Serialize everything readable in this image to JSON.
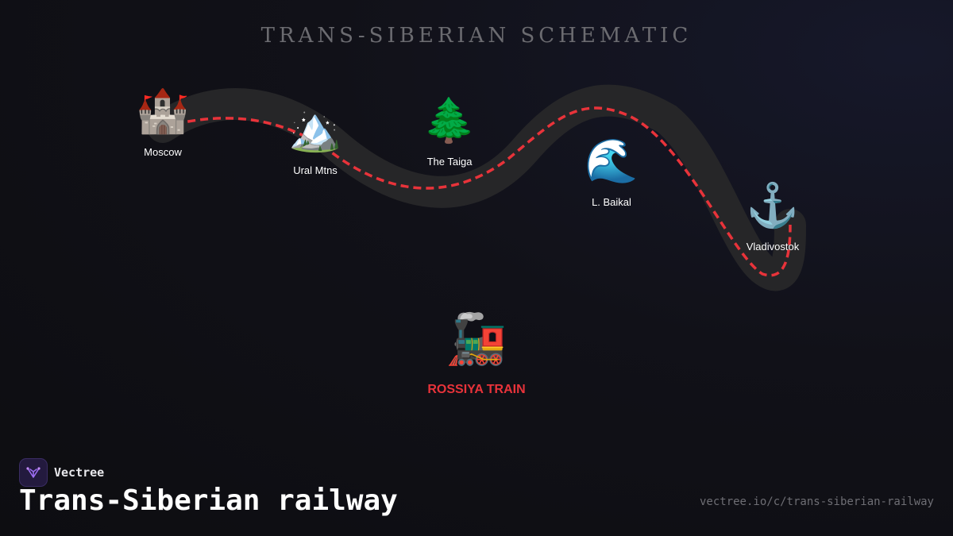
{
  "diagram_title": "TRANS-SIBERIAN SCHEMATIC",
  "stations": [
    {
      "icon": "castle-icon",
      "glyph": "🏰",
      "label": "Moscow"
    },
    {
      "icon": "mountain-icon",
      "glyph": "🏔️",
      "label": "Ural Mtns"
    },
    {
      "icon": "evergreen-tree-icon",
      "glyph": "🌲",
      "label": "The Taiga"
    },
    {
      "icon": "wave-icon",
      "glyph": "🌊",
      "label": "L. Baikal"
    },
    {
      "icon": "anchor-icon",
      "glyph": "⚓",
      "label": "Vladivostok"
    }
  ],
  "train": {
    "icon": "locomotive-icon",
    "glyph": "🚂",
    "label": "ROSSIYA TRAIN"
  },
  "colors": {
    "route": "#e8333a",
    "track": "#262628",
    "train_label": "#e8333a"
  },
  "brand": {
    "name": "Vectree",
    "logo_icon": "vectree-logo-icon"
  },
  "footer": {
    "title": "Trans-Siberian railway",
    "url": "vectree.io/c/trans-siberian-railway"
  }
}
